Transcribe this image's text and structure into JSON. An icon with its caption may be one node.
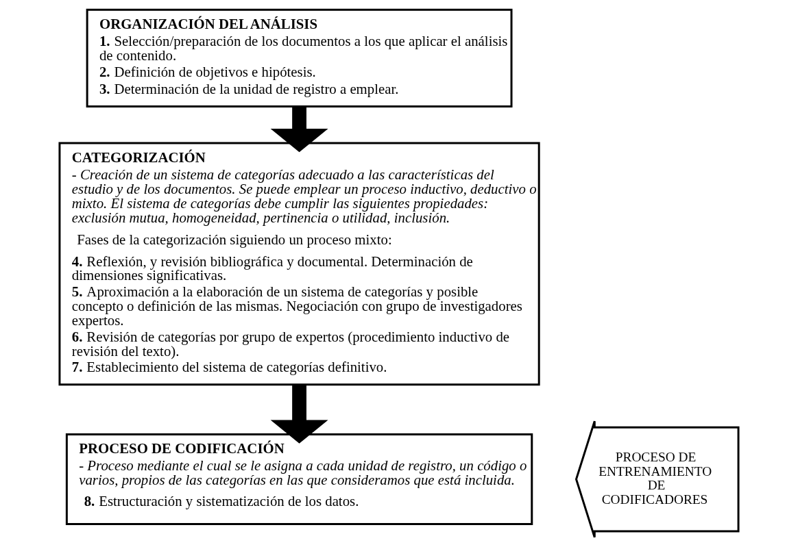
{
  "diagram": {
    "nodes": [
      {
        "text": [
          "ORGANIZACIÓN DEL ANÁLISIS",
          "**1.** Selección/preparación de los documentos a los que aplicar el análisis de contenido.",
          "**2.** Definición de objetivos e hipótesis.",
          "**3.** Determinación de la unidad de registro a emplear."
        ]
      },
      {
        "text": [
          "CATEGORIZACIÓN",
          "- Creación de un sistema de categorías adecuado a las características del estudio y de los documentos. Se puede emplear un proceso inductivo, deductivo o mixto. El sistema de categorías debe cumplir las siguientes propiedades: exclusión mutua, homogeneidad, pertinencia o utilidad, inclusión.",
          "Fases de la categorización siguiendo un proceso mixto:",
          "**4.** Reflexión, y revisión bibliográfica y documental. Determinación de dimensiones significativas.",
          "**5.** Aproximación a la elaboración de un sistema de categorías y posible concepto o definición de las mismas. Negociación con grupo de investigadores expertos.",
          "**6.** Revisión de categorías por grupo de expertos (procedimiento inductivo de revisión del texto).",
          "**7.** Establecimiento del sistema de categorías definitivo."
        ]
      },
      {
        "text": [
          "PROCESO DE CODIFICACIÓN",
          "- Proceso mediante el cual se le asigna a cada unidad de registro, un código o varios, propios de las categorías en las que consideramos que está incluida.",
          "**8.** Estructuración y sistematización de los datos."
        ]
      },
      {
        "text": [
          "PROCESO DE ENTRENAMIENTO DE CODIFICADORES"
        ]
      }
    ],
    "edges": [
      {
        "from": 0,
        "to": 1,
        "arrow": "to"
      },
      {
        "from": 1,
        "to": 2,
        "arrow": "to"
      }
    ]
  }
}
